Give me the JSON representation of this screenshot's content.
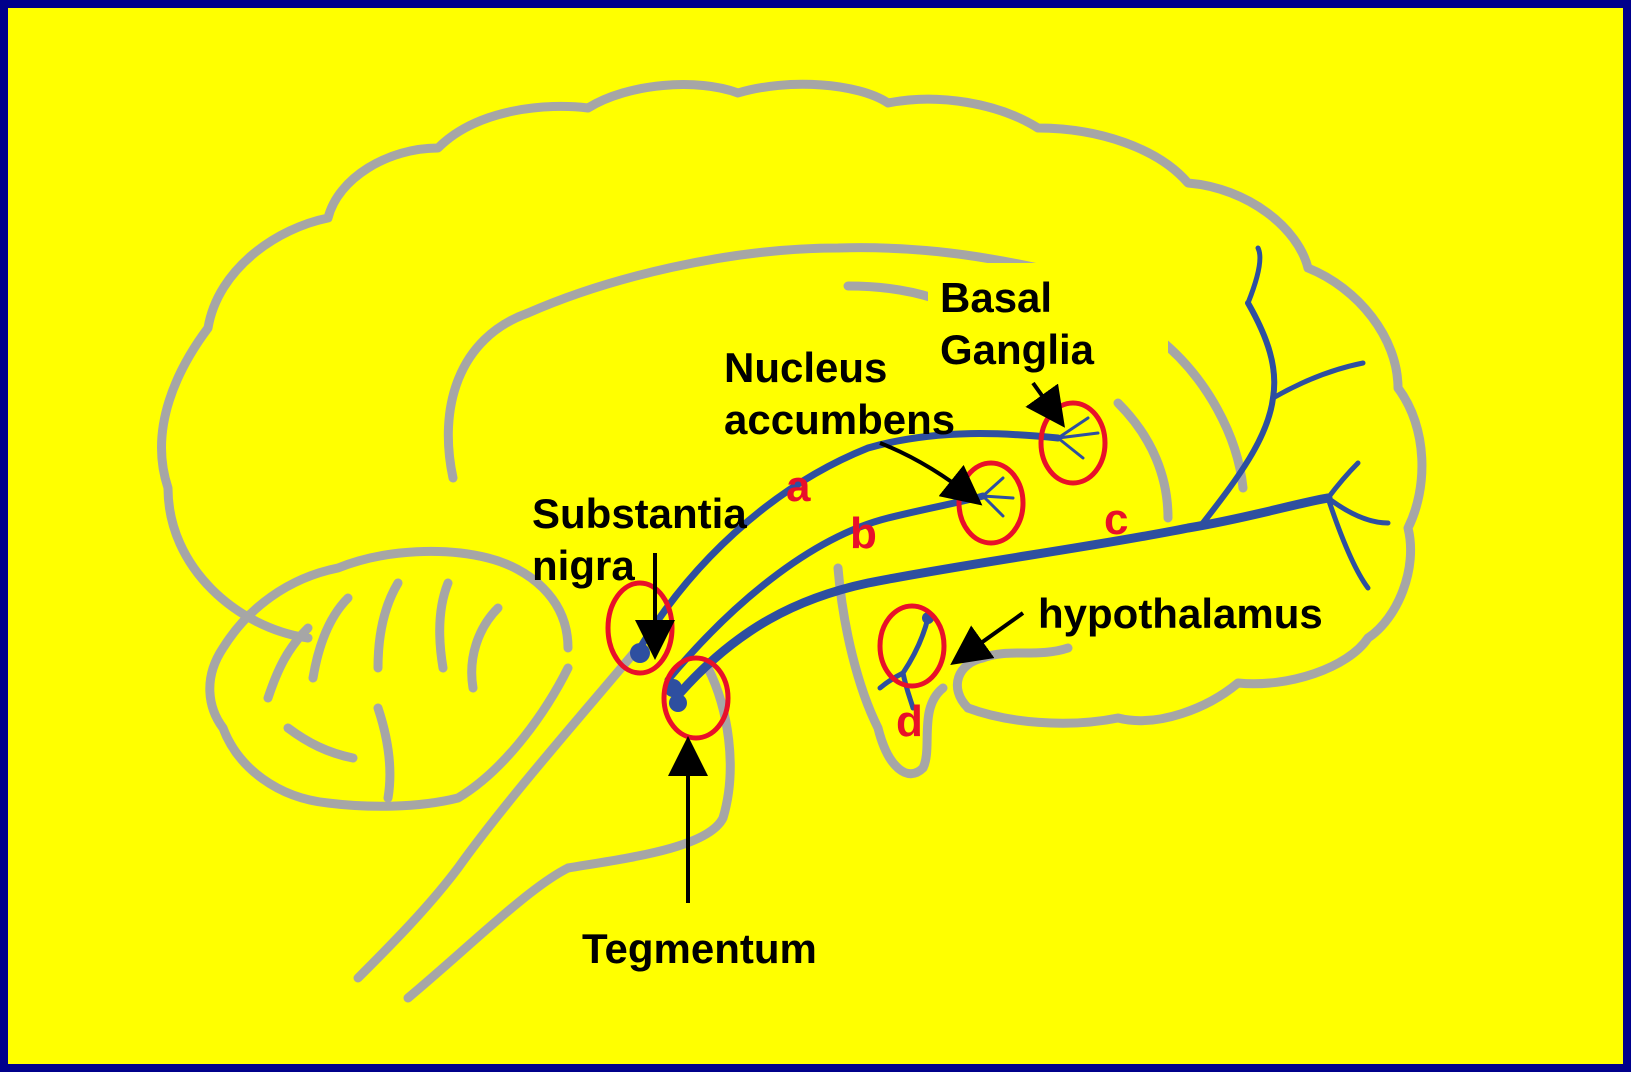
{
  "labels": {
    "basal_ganglia": "Basal\nGanglia",
    "nucleus_accumbens": "Nucleus\naccumbens",
    "substantia_nigra": "Substantia\nnigra",
    "hypothalamus": "hypothalamus",
    "tegmentum": "Tegmentum"
  },
  "pathway_letters": {
    "a": "a",
    "b": "b",
    "c": "c",
    "d": "d"
  },
  "colors": {
    "background": "#ffff00",
    "border": "#00008b",
    "brain_outline": "#a6a6a6",
    "pathway": "#2e4fa0",
    "highlight_circle": "#e8102a",
    "label_text": "#000000",
    "letter_text": "#e8102a"
  }
}
